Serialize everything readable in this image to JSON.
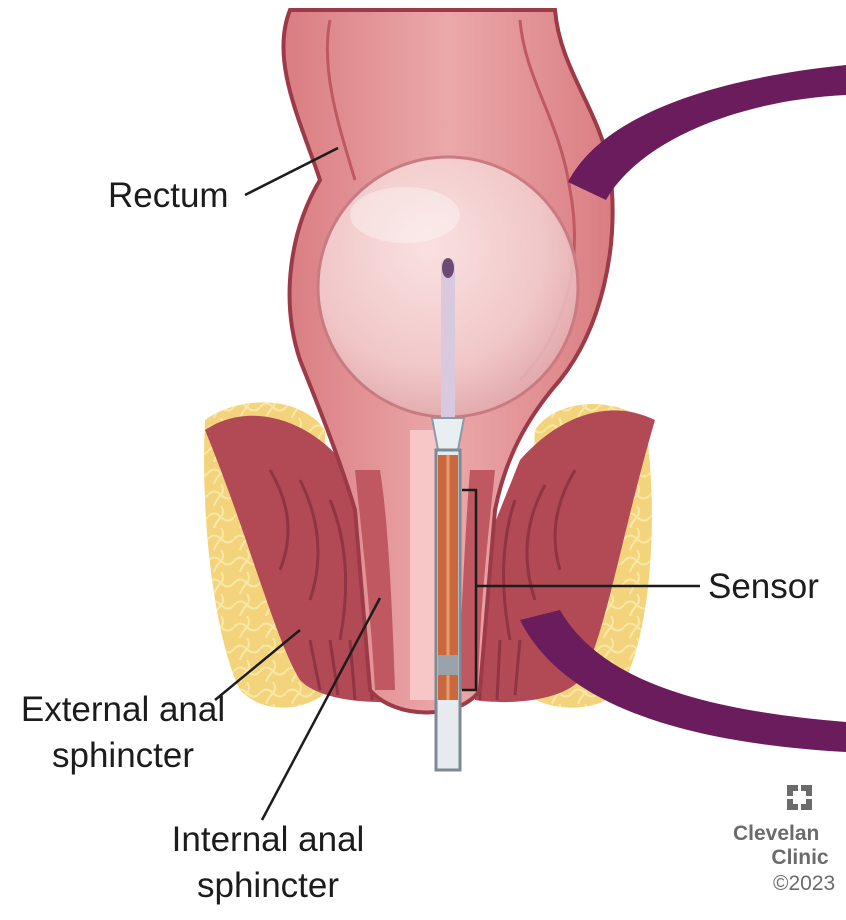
{
  "labels": {
    "rectum": "Rectum",
    "sensor": "Sensor",
    "external_line1": "External anal",
    "external_line2": "sphincter",
    "internal_line1": "Internal anal",
    "internal_line2": "sphincter"
  },
  "branding": {
    "name_line1": "Clevelan",
    "name_line2": "Clinic",
    "copyright": "©2023"
  },
  "colors": {
    "tissue": "#e79a9c",
    "tissue_dark": "#b24a55",
    "muscle": "#a8434f",
    "fat": "#f0d27a",
    "callout": "#6b1c5c",
    "balloon": "#f4d3d4",
    "catheter_sensor": "#c9683f"
  }
}
